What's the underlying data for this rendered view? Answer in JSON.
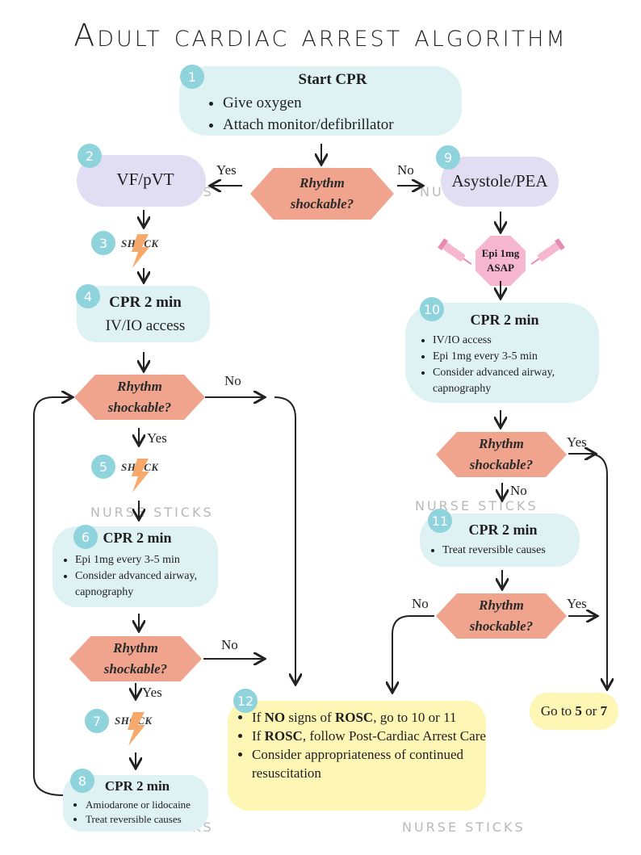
{
  "title": "Adult cardiac arrest algorithm",
  "watermark": "NURSE STICKS",
  "watermark_logo": "N S",
  "colors": {
    "teal_box": "#dff2f3",
    "purple_box": "#e1ddf3",
    "diamond": "#f0a48e",
    "yellow_box": "#fdf6b5",
    "badge": "#8fd3dc",
    "bolt": "#f6a96a",
    "epi": "#f7b6cf"
  },
  "steps": {
    "s1": {
      "num": "1",
      "title": "Start CPR",
      "items": [
        "Give oxygen",
        "Attach monitor/defibrillator"
      ]
    },
    "s2": {
      "num": "2",
      "label": "VF/pVT"
    },
    "s3": {
      "num": "3",
      "label": "SHOCK"
    },
    "s4": {
      "num": "4",
      "title": "CPR 2 min",
      "sub": "IV/IO access"
    },
    "s5": {
      "num": "5",
      "label": "SHOCK"
    },
    "s6": {
      "num": "6",
      "title": "CPR 2 min",
      "items": [
        "Epi 1mg every 3-5 min",
        "Consider advanced airway, capnography"
      ]
    },
    "s7": {
      "num": "7",
      "label": "SHOCK"
    },
    "s8": {
      "num": "8",
      "title": "CPR 2 min",
      "items": [
        "Amiodarone or lidocaine",
        "Treat reversible causes"
      ]
    },
    "s9": {
      "num": "9",
      "label": "Asystole/PEA"
    },
    "epi": {
      "line1": "Epi 1mg",
      "line2": "ASAP"
    },
    "s10": {
      "num": "10",
      "title": "CPR 2 min",
      "items": [
        "IV/IO access",
        "Epi 1mg every 3-5 min",
        "Consider advanced airway, capnography"
      ]
    },
    "s11": {
      "num": "11",
      "title": "CPR 2 min",
      "items": [
        "Treat reversible causes"
      ]
    },
    "s12": {
      "num": "12",
      "i1": {
        "a": "If ",
        "b": "NO",
        "c": " signs of ",
        "d": "ROSC",
        "e": ", go to 10 or 11"
      },
      "i2": {
        "a": "If ",
        "b": "ROSC",
        "c": ", follow Post-Cardiac Arrest Care"
      },
      "i3": "Consider appropriateness of continued resuscitation"
    },
    "goto": {
      "a": "Go to ",
      "b": "5",
      "c": " or ",
      "d": "7"
    }
  },
  "decision": {
    "line1": "Rhythm",
    "line2": "shockable?"
  },
  "labels": {
    "yes": "Yes",
    "no": "No"
  }
}
